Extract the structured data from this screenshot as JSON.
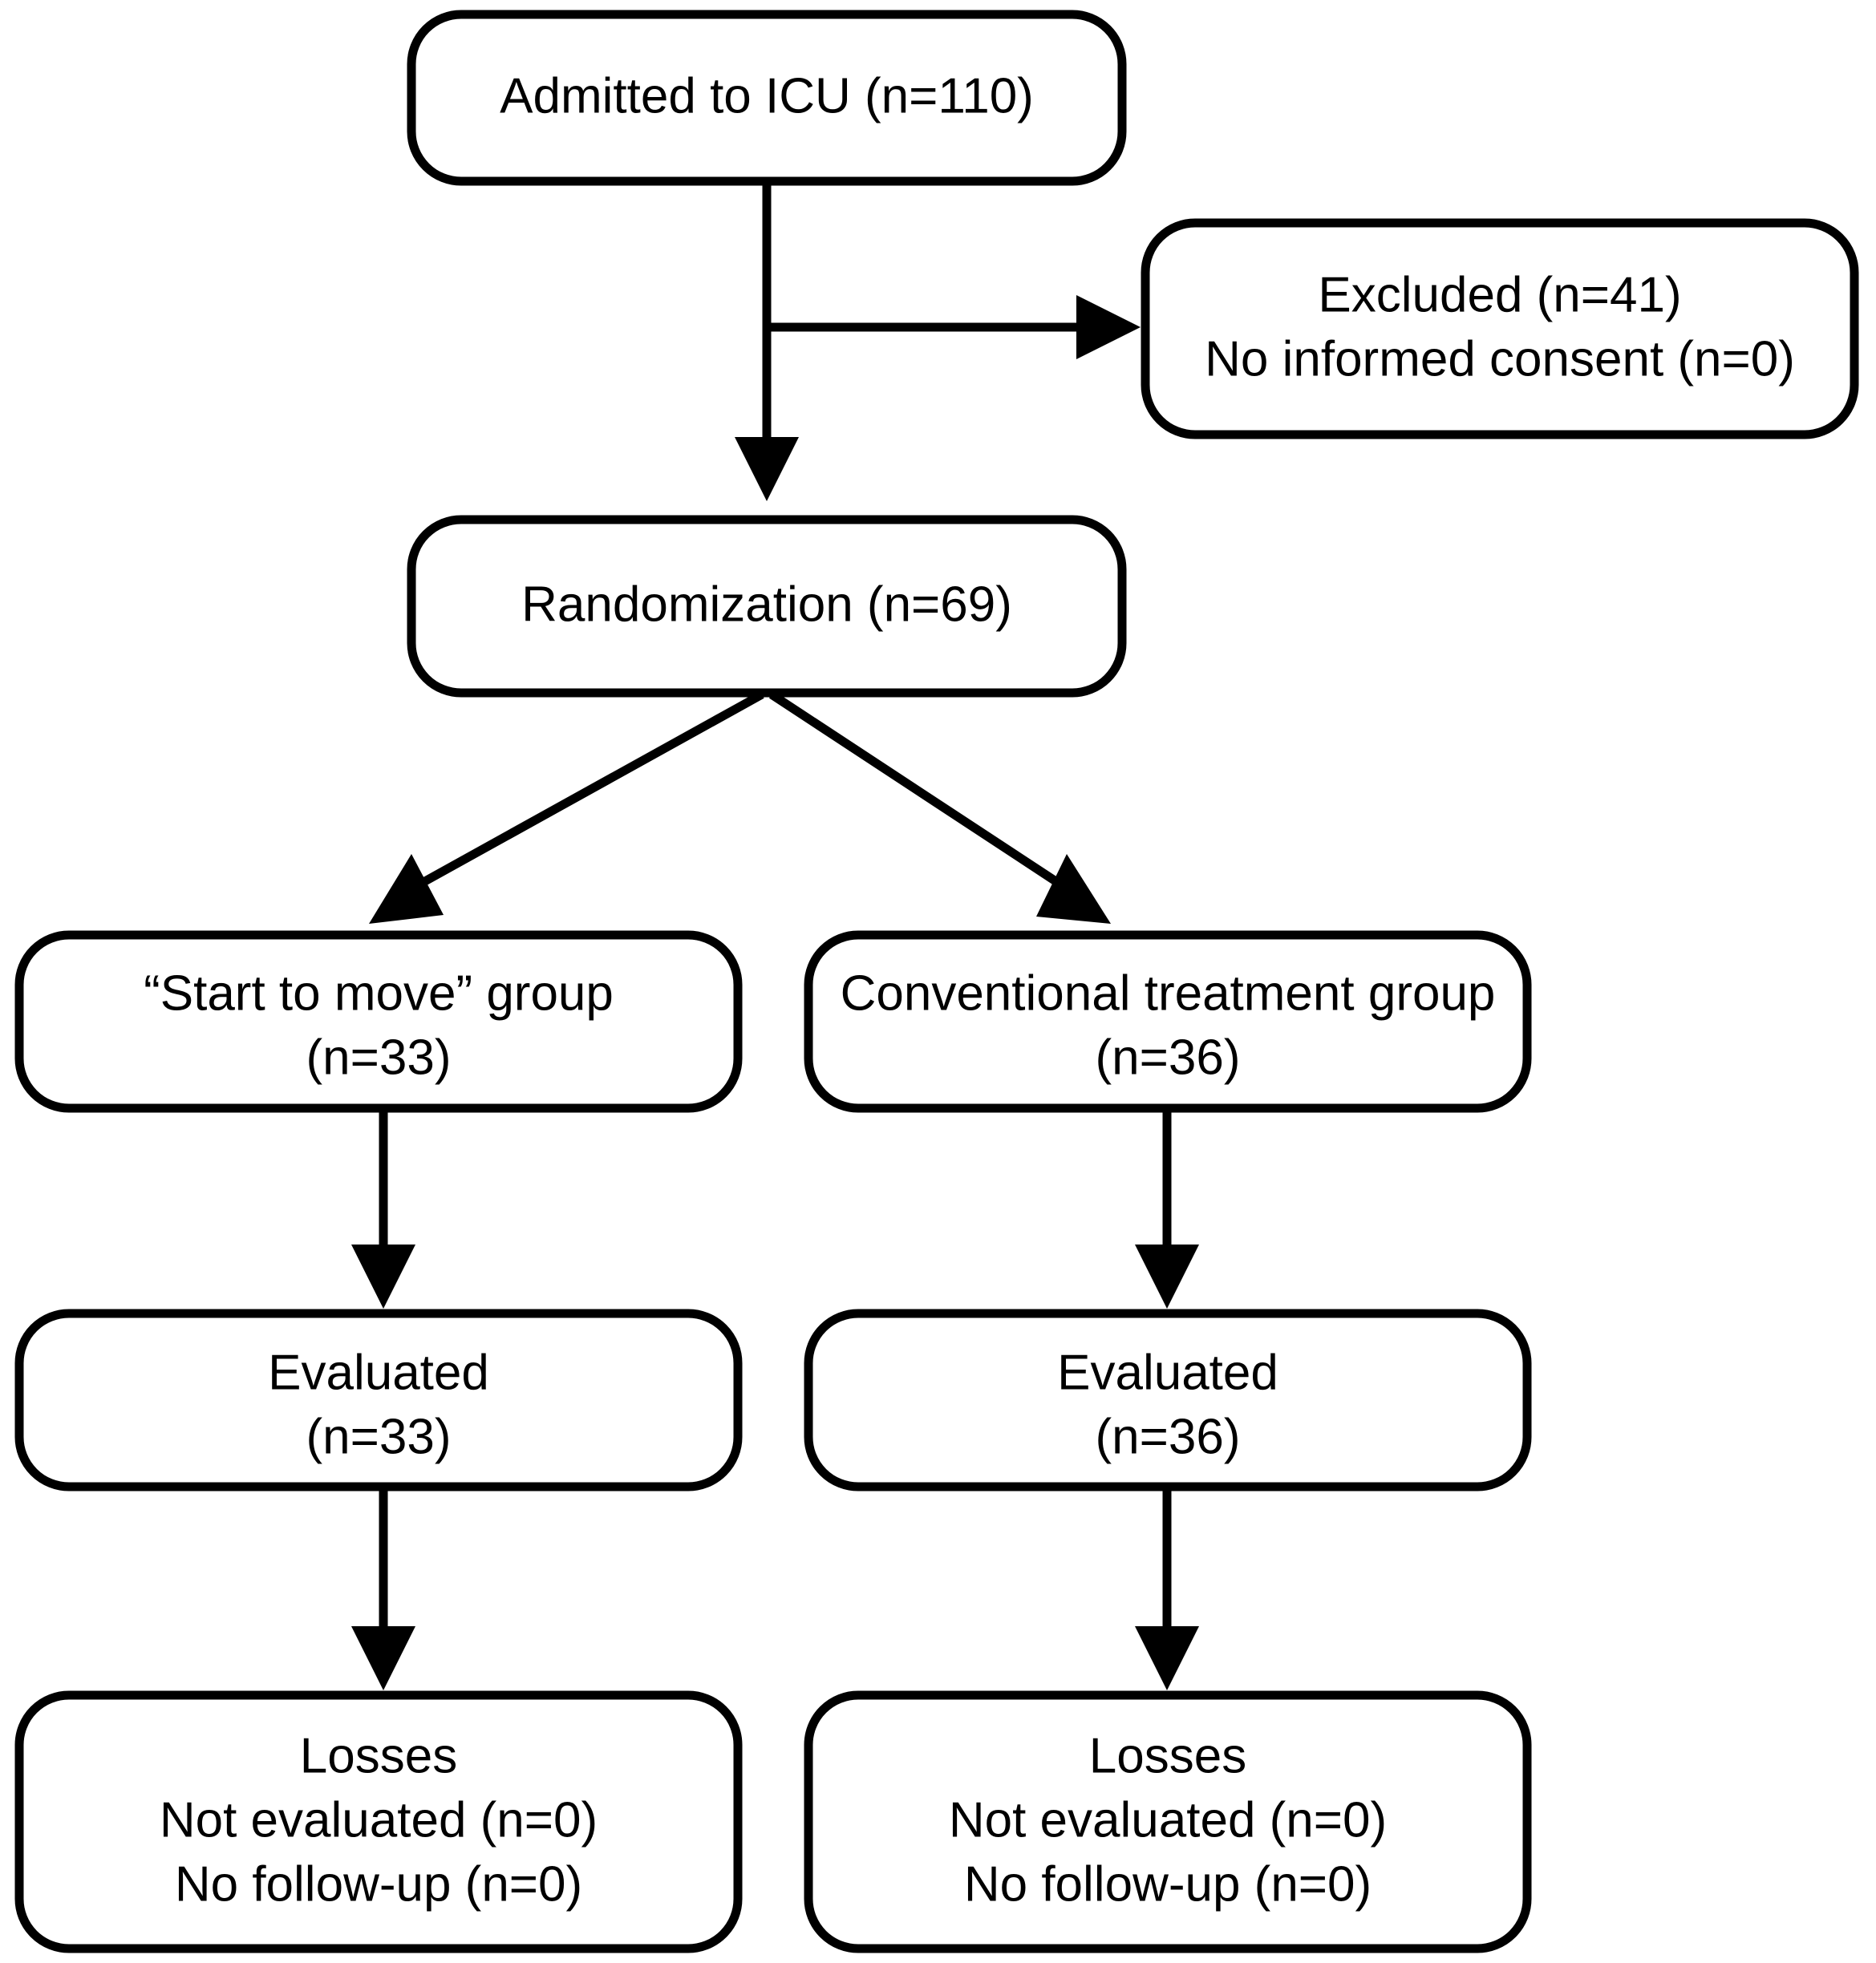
{
  "diagram": {
    "type": "consort-flow-diagram",
    "title_present": false,
    "colors": {
      "background": "#ffffff",
      "box_fill": "#ffffff",
      "box_stroke": "#000000",
      "connector": "#000000",
      "text": "#000000"
    },
    "nodes": {
      "admitted": {
        "id": "admitted-to-icu",
        "lines": [
          "Admitted to ICU (n=110)"
        ],
        "label": "Admitted to ICU",
        "count": "n=110"
      },
      "excluded": {
        "id": "excluded",
        "lines": [
          "Excluded (n=41)",
          "No informed consent (n=0)"
        ],
        "label": "Excluded",
        "count": "n=41",
        "reason_label": "No informed consent",
        "reason_count": "n=0"
      },
      "randomization": {
        "id": "randomization",
        "lines": [
          "Randomization (n=69)"
        ],
        "label": "Randomization",
        "count": "n=69"
      },
      "group_left": {
        "id": "start-to-move-group",
        "lines": [
          "“Start to move” group",
          "(n=33)"
        ],
        "label": "“Start to move” group",
        "count": "(n=33)"
      },
      "group_right": {
        "id": "conventional-treatment-group",
        "lines": [
          "Conventional treatment group",
          "(n=36)"
        ],
        "label": "Conventional treatment group",
        "count": "(n=36)"
      },
      "evaluated_left": {
        "id": "evaluated-left",
        "lines": [
          "Evaluated",
          "(n=33)"
        ],
        "label": "Evaluated",
        "count": "(n=33)"
      },
      "evaluated_right": {
        "id": "evaluated-right",
        "lines": [
          "Evaluated",
          "(n=36)"
        ],
        "label": "Evaluated",
        "count": "(n=36)"
      },
      "losses_left": {
        "id": "losses-left",
        "lines": [
          "Losses",
          "Not evaluated (n=0)",
          "No follow-up (n=0)"
        ],
        "label": "Losses",
        "not_evaluated": "Not evaluated (n=0)",
        "no_follow_up": "No follow-up (n=0)"
      },
      "losses_right": {
        "id": "losses-right",
        "lines": [
          "Losses",
          "Not evaluated (n=0)",
          "No follow-up (n=0)"
        ],
        "label": "Losses",
        "not_evaluated": "Not evaluated (n=0)",
        "no_follow_up": "No follow-up (n=0)"
      }
    },
    "connectors": [
      {
        "id": "admitted-to-randomization",
        "kind": "vertical-arrow"
      },
      {
        "id": "admitted-to-excluded",
        "kind": "horizontal-arrow"
      },
      {
        "id": "randomization-to-group-left",
        "kind": "diagonal-arrow"
      },
      {
        "id": "randomization-to-group-right",
        "kind": "diagonal-arrow"
      },
      {
        "id": "group-left-to-evaluated-left",
        "kind": "vertical-arrow"
      },
      {
        "id": "group-right-to-evaluated-right",
        "kind": "vertical-arrow"
      },
      {
        "id": "evaluated-left-to-losses-left",
        "kind": "vertical-arrow"
      },
      {
        "id": "evaluated-right-to-losses-right",
        "kind": "vertical-arrow"
      }
    ]
  }
}
